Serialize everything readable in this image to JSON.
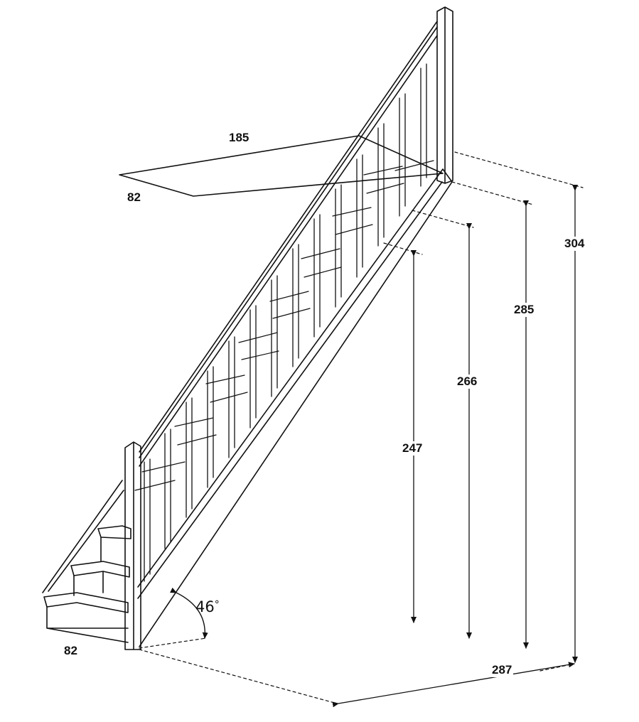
{
  "dimensions": {
    "landing_length": "185",
    "landing_width": "82",
    "bottom_width": "82",
    "run_length": "287",
    "height_304": "304",
    "height_285": "285",
    "height_266": "266",
    "height_247": "247"
  },
  "angle": {
    "value": "46",
    "unit": "°"
  },
  "colors": {
    "line": "#111111",
    "background": "#ffffff"
  }
}
